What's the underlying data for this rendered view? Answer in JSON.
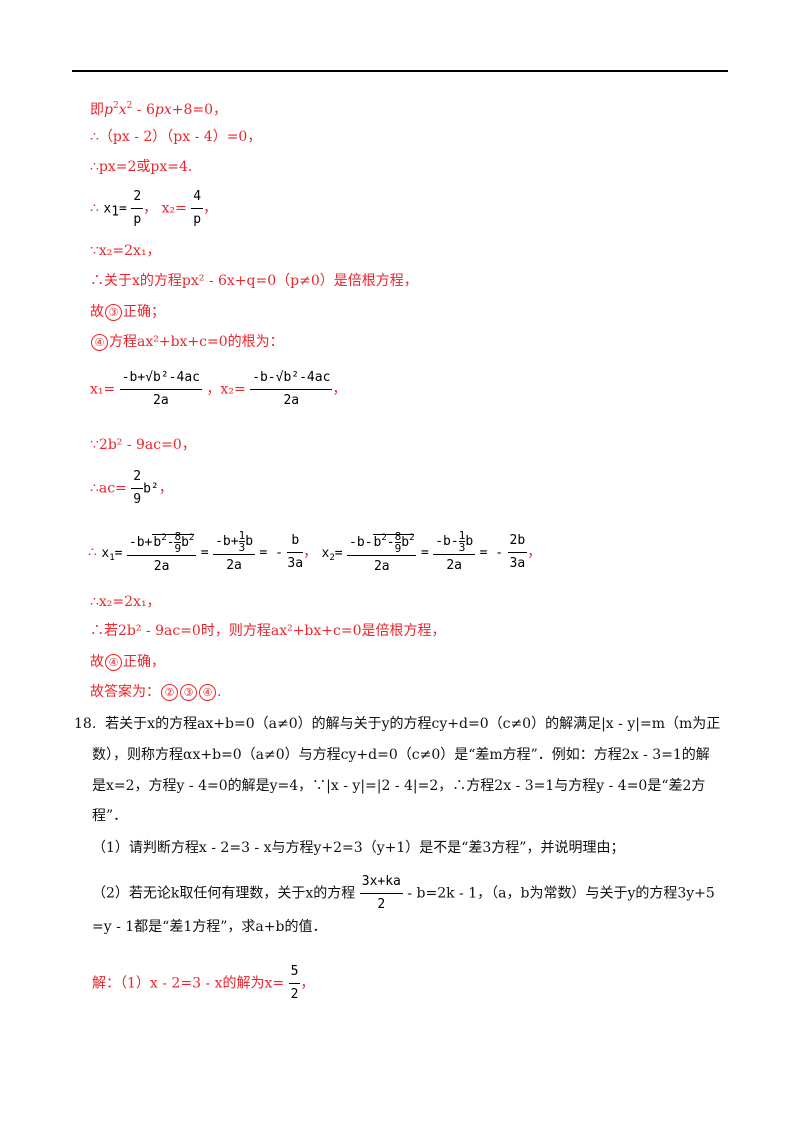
{
  "lines": {
    "l1": "即p²x² - 6px+8=0，",
    "l2": "∴（px - 2）（px - 4）=0，",
    "l3": "∴px=2或px=4.",
    "l4a": "∴",
    "l4x1": "x",
    "l4num1": "2",
    "l4den1": "p",
    "l4x2": "x₂=",
    "l4num2": "4",
    "l4den2": "p",
    "l4end": "，",
    "l5": "∵x₂=2x₁，",
    "l6": "∴关于x的方程px² - 6x+q=0（p≠0）是倍根方程，",
    "l7a": "故",
    "l7c": "③",
    "l7b": "正确；",
    "l8c": "④",
    "l8": "方程ax²+bx+c=0的根为：",
    "l9x1": "x₁=",
    "l9num": "-b+√b²-4ac",
    "l9den": "2a",
    "l9mid": "，x₂=",
    "l9num2": "-b-√b²-4ac",
    "l9den2": "2a",
    "l9end": "，",
    "l10": "∵2b² - 9ac=0，",
    "l11a": "∴ac=",
    "l11num": "2",
    "l11den": "9",
    "l11b": "b²",
    "l11end": "，",
    "l13": "∴x₂=2x₁，",
    "l14": "∴若2b² - 9ac=0时，则方程ax²+bx+c=0是倍根方程，",
    "l15a": "故",
    "l15c": "④",
    "l15b": "正确，",
    "l16a": "故答案为：",
    "l16c1": "②",
    "l16c2": "③",
    "l16c3": "④",
    "l16b": "."
  },
  "q18": {
    "num": "18.",
    "p1": "若关于x的方程ax+b=0（a≠0）的解与关于y的方程cy+d=0（c≠0）的解满足|x - y|=m（m为正",
    "p2": "数），则称方程αx+b=0（a≠0）与方程cy+d=0（c≠0）是“差m方程”．例如：方程2x - 3=1的解",
    "p3": "是x=2，方程y - 4=0的解是y=4，∵|x - y|=|2 - 4|=2，∴方程2x - 3=1与方程y - 4=0是“差2方",
    "p4": "程”．",
    "s1": "（1）请判断方程x - 2=3 - x与方程y+2=3（y+1）是不是“差3方程”，并说明理由；",
    "s2a": "（2）若无论k取任何有理数，关于x的方程",
    "s2num": "3x+ka",
    "s2den": "2",
    "s2b": " - b=2k - 1，（a，b为常数）与关于y的方程3y+5",
    "s2c": "=y - 1都是“差1方程”，求a+b的值．",
    "ans_a": "解：（1）x - 2=3 - x的解为x=",
    "ans_num": "5",
    "ans_den": "2",
    "ans_end": "，"
  }
}
